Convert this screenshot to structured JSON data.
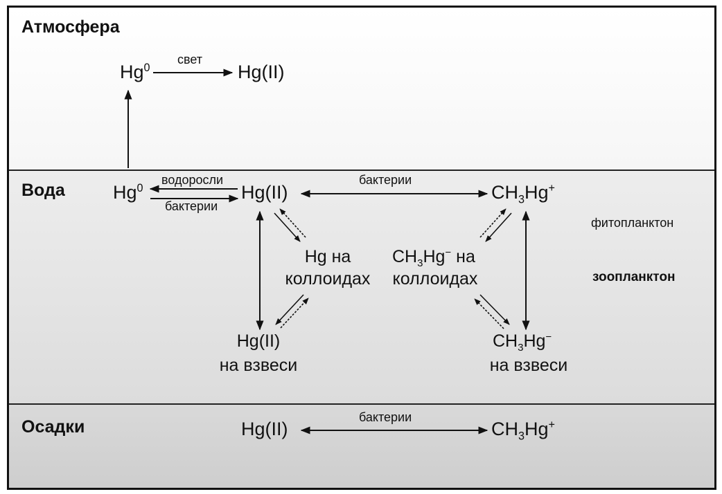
{
  "zones": {
    "atmosphere": "Атмосфера",
    "water": "Вода",
    "sediment": "Осадки"
  },
  "atmosphere": {
    "hg0": "Hg",
    "hg0_sup": "0",
    "hg2": "Hg(II)",
    "arrow_label": "свет"
  },
  "water": {
    "hg0": "Hg",
    "hg0_sup": "0",
    "hg2": "Hg(II)",
    "methyl_a": "CH",
    "methyl_sub": "3",
    "methyl_b": "Hg",
    "methyl_sup": "+",
    "label_algae": "водоросли",
    "label_bacteria_lower": "бактерии",
    "label_bacteria": "бактерии",
    "phyto": "фитопланктон",
    "zoo": "зоопланктон",
    "hg_colloid_line1": "Hg на",
    "hg_colloid_line2": "коллоидах",
    "methyl_colloid_a": "CH",
    "methyl_colloid_sub": "3",
    "methyl_colloid_b": "Hg",
    "methyl_colloid_sup": "−",
    "methyl_colloid_c": " на",
    "methyl_colloid_line2": "коллоидах",
    "hg2_susp_line1": "Hg(II)",
    "hg2_susp_line2": "на взвеси",
    "methyl_susp_a": "CH",
    "methyl_susp_sub": "3",
    "methyl_susp_b": "Hg",
    "methyl_susp_sup": "−",
    "methyl_susp_line2": "на взвеси"
  },
  "sediment": {
    "hg2": "Hg(II)",
    "methyl_a": "CH",
    "methyl_sub": "3",
    "methyl_b": "Hg",
    "methyl_sup": "+",
    "label_bacteria": "бактерии"
  },
  "colors": {
    "ink": "#111111",
    "atmosphere_bg": "#ffffff",
    "water_bg": "#e5e5e5",
    "sediment_bg": "#d2d2d2"
  }
}
